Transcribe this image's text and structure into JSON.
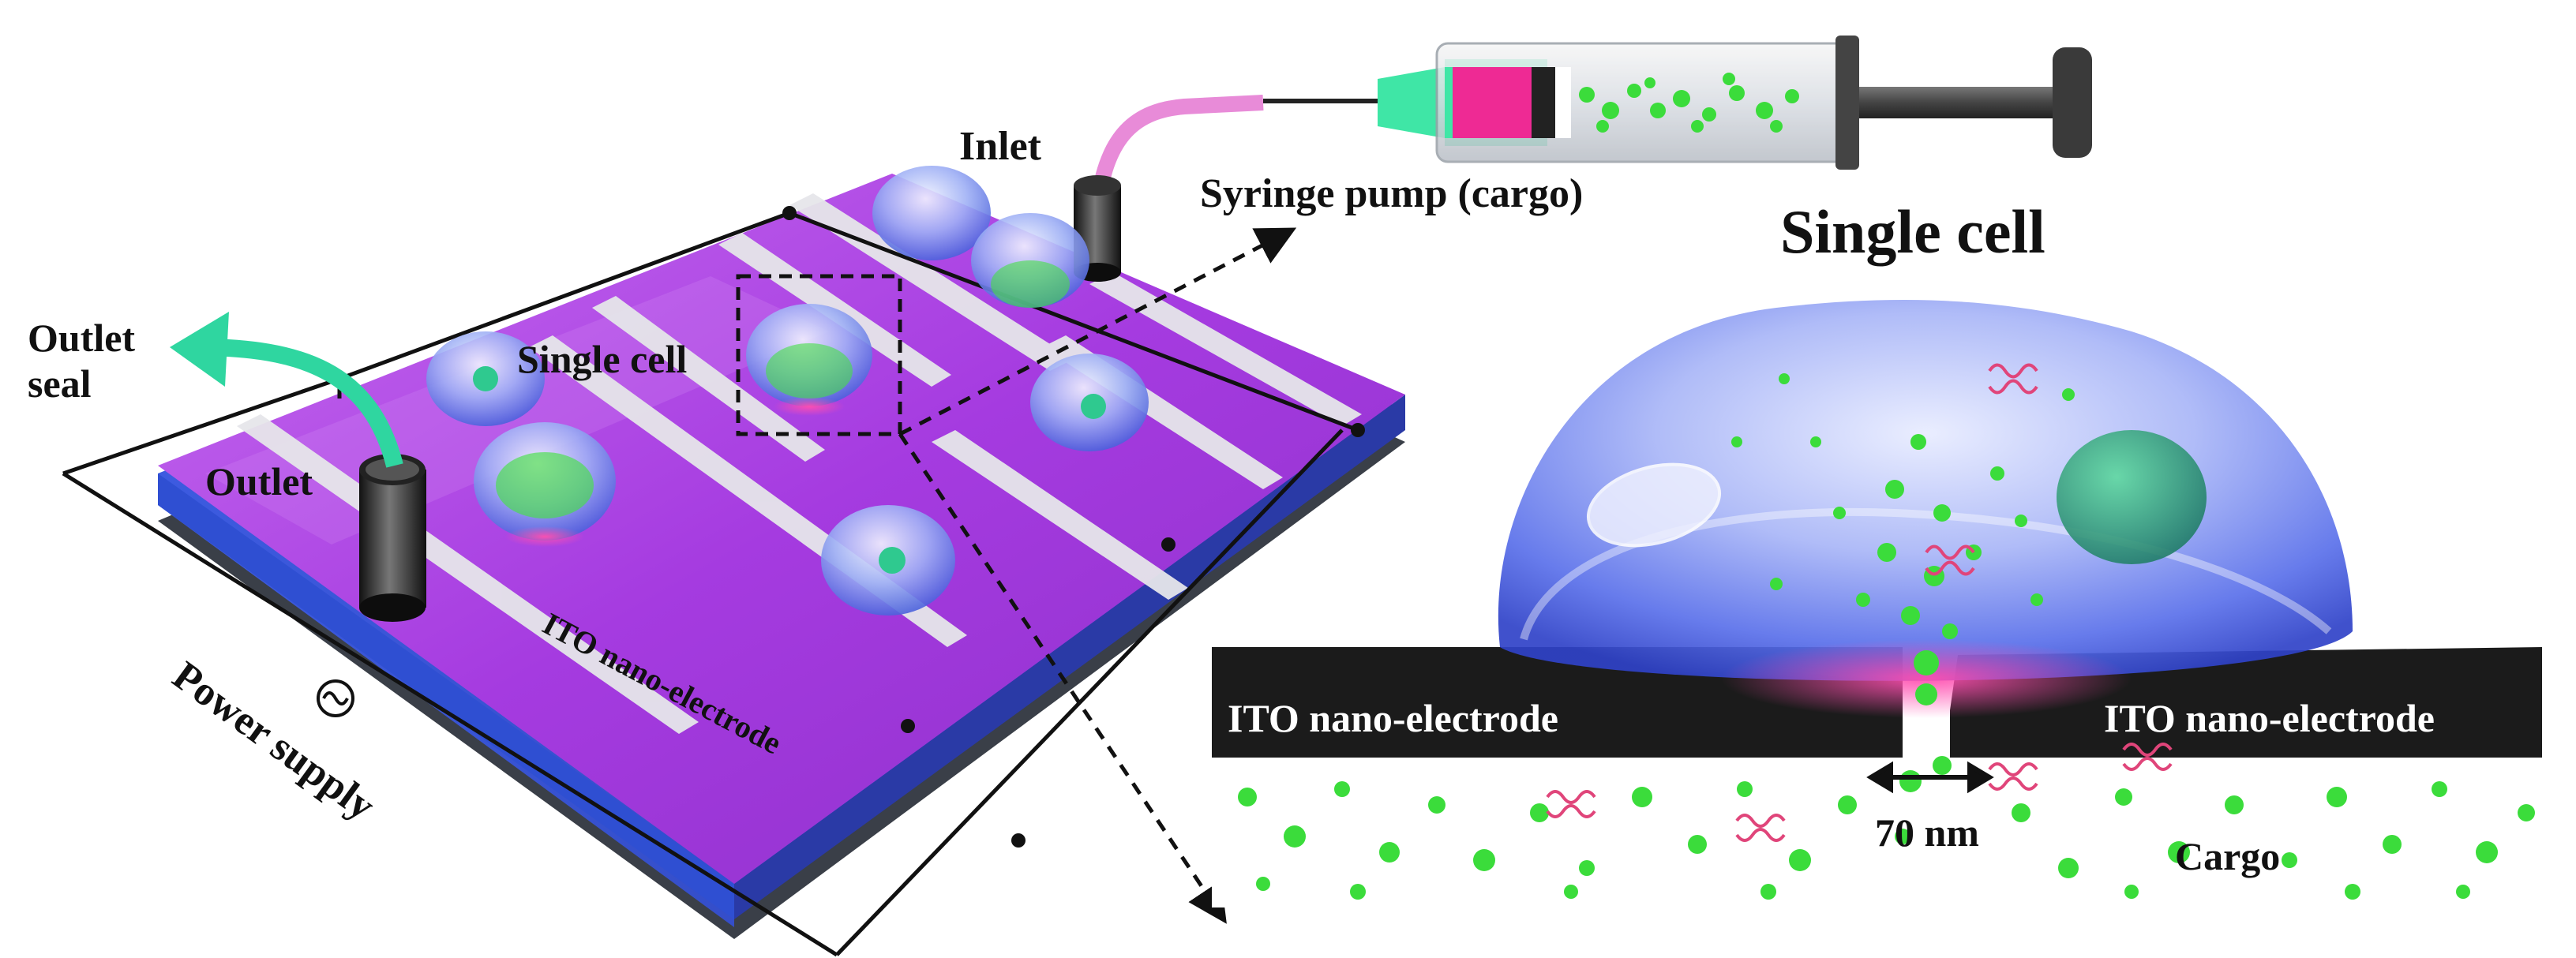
{
  "labels": {
    "inlet": "Inlet",
    "syringe_pump": "Syringe pump (cargo)",
    "single_cell_title": "Single cell",
    "single_cell_chip": "Single cell",
    "outlet_seal": "Outlet\nseal",
    "outlet": "Outlet",
    "ito_chip": "ITO nano-electrode",
    "power_supply": "Power supply",
    "ito_left": "ITO nano-electrode",
    "ito_right": "ITO nano-electrode",
    "gap": "70 nm",
    "cargo": "Cargo"
  },
  "colors": {
    "chip_magenta": "#a63ce0",
    "chip_blue": "#3a57d6",
    "cell_blue": "#4a63e8",
    "cargo_green": "#3bdc3b",
    "dna_pink": "#e0457a",
    "outlet_arrow": "#2fd6a0",
    "electrode_dark": "#1b1b1b"
  },
  "icons": {
    "power_supply_symbol": "ac-source-icon",
    "syringe": "syringe-icon",
    "tubing": "tube-icon"
  }
}
